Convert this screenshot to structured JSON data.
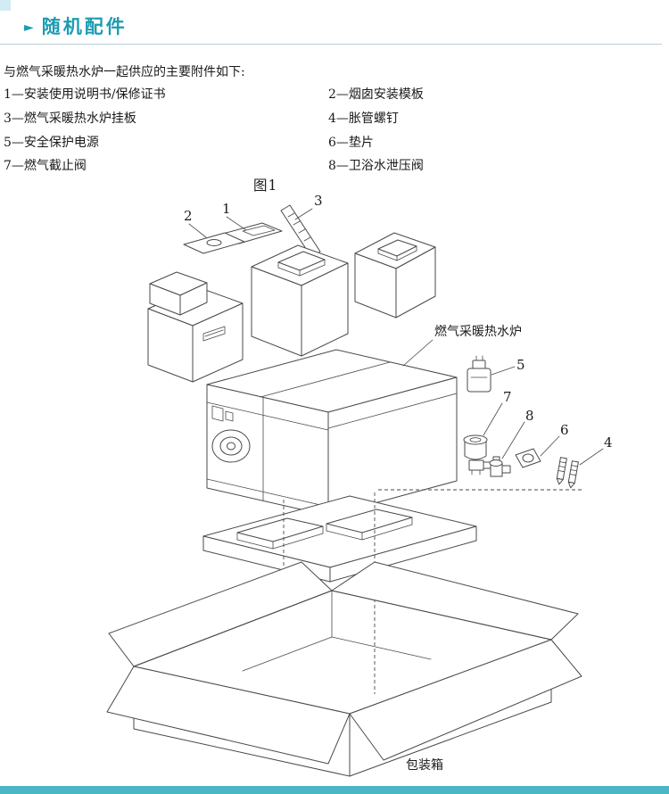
{
  "header": {
    "marker_icon": "►",
    "title": "随机配件"
  },
  "intro": "与燃气采暖热水炉一起供应的主要附件如下:",
  "accessories": {
    "left": [
      "1—安装使用说明书/保修证书",
      "3—燃气采暖热水炉挂板",
      "5—安全保护电源",
      "7—燃气截止阀"
    ],
    "right": [
      "2—烟囱安装模板",
      "4—胀管螺钉",
      "6—垫片",
      "8—卫浴水泄压阀"
    ]
  },
  "figure": {
    "caption": "图1",
    "callouts": {
      "c1": "1",
      "c2": "2",
      "c3": "3",
      "c4": "4",
      "c5": "5",
      "c6": "6",
      "c7": "7",
      "c8": "8"
    },
    "labels": {
      "boiler": "燃气采暖热水炉",
      "box": "包装箱"
    }
  },
  "colors": {
    "accent": "#1b9cb3",
    "bar": "#4db6c6",
    "line": "#4a4a4a",
    "rule": "#b7cfd6",
    "corner": "#d3ecf1"
  }
}
